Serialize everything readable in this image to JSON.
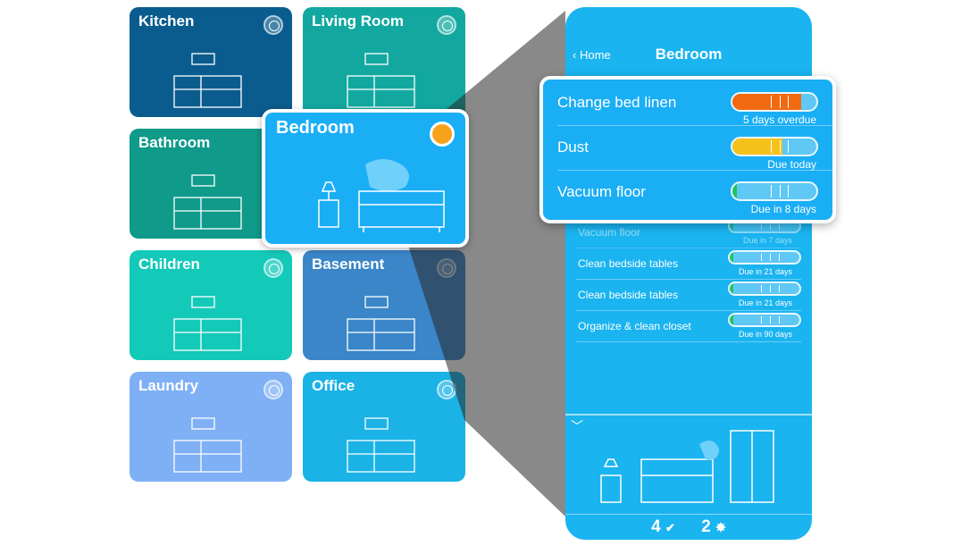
{
  "rooms": [
    {
      "name": "Kitchen",
      "color": "#0b5c8e"
    },
    {
      "name": "Living Room",
      "color": "#12a8a0"
    },
    {
      "name": "Bathroom",
      "color": "#0f9a8a"
    },
    {
      "name": "Children",
      "color": "#13c9b8"
    },
    {
      "name": "Basement",
      "color": "#3a86c8"
    },
    {
      "name": "Laundry",
      "color": "#7fb0f5"
    },
    {
      "name": "Office",
      "color": "#1bb2e5"
    }
  ],
  "selected_room": {
    "name": "Bedroom",
    "status_color": "#f7a21b"
  },
  "phone": {
    "back_label": "Home",
    "title": "Bedroom",
    "tasks": [
      {
        "name": "Vacuum floor",
        "due": "Due in 7 days",
        "progress": 0.05,
        "color": "#22c55e"
      },
      {
        "name": "Clean bedside tables",
        "due": "Due in 21 days",
        "progress": 0.05,
        "color": "#22c55e"
      },
      {
        "name": "Clean bedside tables",
        "due": "Due in 21 days",
        "progress": 0.05,
        "color": "#22c55e"
      },
      {
        "name": "Organize & clean closet",
        "due": "Due in 90 days",
        "progress": 0.05,
        "color": "#22c55e"
      }
    ],
    "footer": {
      "done_count": "4",
      "mess_count": "2"
    }
  },
  "popup": {
    "tasks": [
      {
        "name": "Change bed linen",
        "due": "5 days overdue",
        "progress": 0.82,
        "color": "#f26a0f"
      },
      {
        "name": "Dust",
        "due": "Due today",
        "progress": 0.6,
        "color": "#f5c21b"
      },
      {
        "name": "Vacuum floor",
        "due": "Due in 8 days",
        "progress": 0.05,
        "color": "#22c55e"
      }
    ]
  }
}
